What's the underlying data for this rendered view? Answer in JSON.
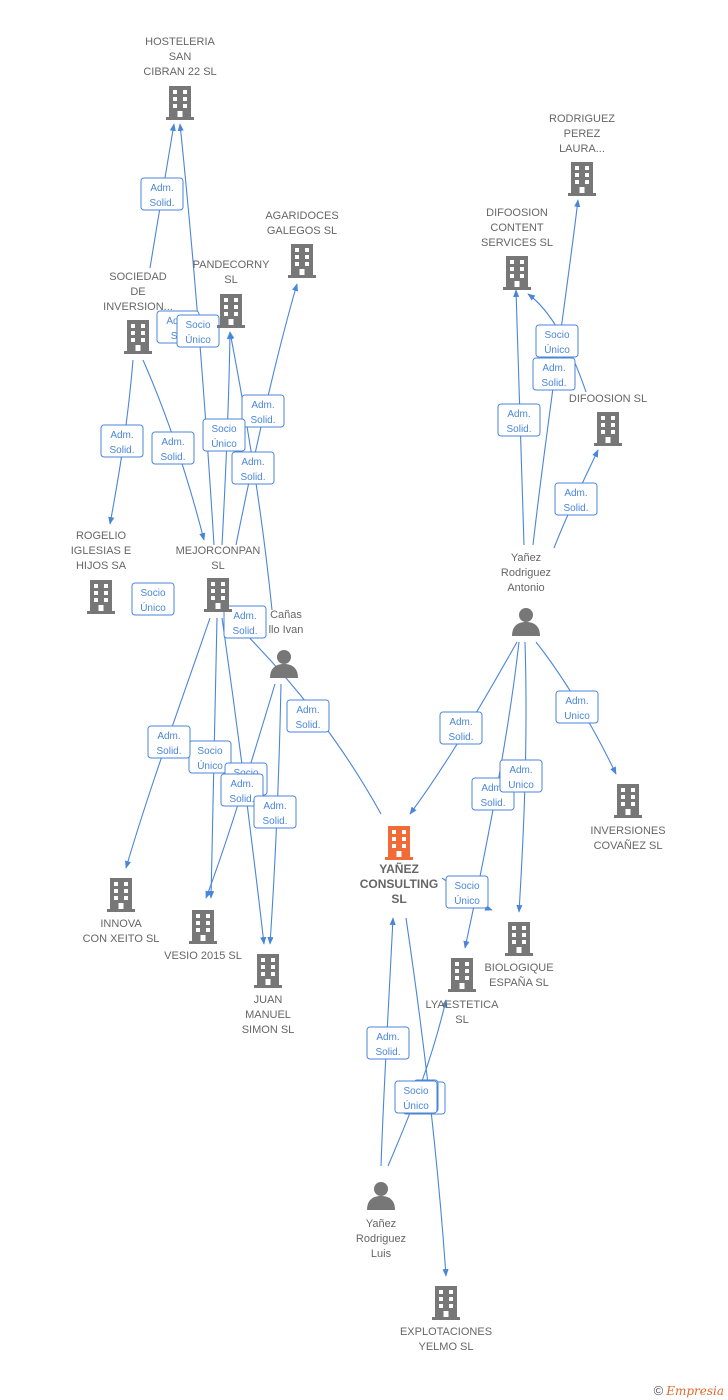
{
  "colors": {
    "edge": "#4a86d8",
    "building": "#777777",
    "building_main": "#f26a35",
    "person": "#777777",
    "label": "#666666"
  },
  "nodes": [
    {
      "id": "hosteleria",
      "kind": "company",
      "lines": [
        "HOSTELERIA",
        "SAN",
        "CIBRAN 22 SL"
      ]
    },
    {
      "id": "rodriguez_perez",
      "kind": "company",
      "lines": [
        "RODRIGUEZ",
        "PEREZ",
        "LAURA..."
      ]
    },
    {
      "id": "agaridoces",
      "kind": "company",
      "lines": [
        "AGARIDOCES",
        "GALEGOS  SL"
      ]
    },
    {
      "id": "difoosion_cs",
      "kind": "company",
      "lines": [
        "DIFOOSION",
        "CONTENT",
        "SERVICES  SL"
      ]
    },
    {
      "id": "pandecorny",
      "kind": "company",
      "lines": [
        "PANDECORNY",
        "SL"
      ]
    },
    {
      "id": "sociedad",
      "kind": "company",
      "lines": [
        "SOCIEDAD",
        "DE",
        "INVERSION..."
      ]
    },
    {
      "id": "difoosion",
      "kind": "company",
      "lines": [
        "DIFOOSION SL"
      ]
    },
    {
      "id": "rogelio",
      "kind": "company",
      "lines": [
        "ROGELIO",
        "IGLESIAS E",
        "HIJOS SA"
      ]
    },
    {
      "id": "mejorconpan",
      "kind": "company",
      "lines": [
        "MEJORCONPAN",
        "SL"
      ]
    },
    {
      "id": "yanez_antonio",
      "kind": "person",
      "lines": [
        "Yañez",
        "Rodriguez",
        "Antonio"
      ]
    },
    {
      "id": "canas_ivan",
      "kind": "person",
      "lines": [
        "Cañas",
        "llo Ivan"
      ]
    },
    {
      "id": "inversiones",
      "kind": "company",
      "lines": [
        "INVERSIONES",
        "COVAÑEZ  SL"
      ]
    },
    {
      "id": "yanez_consulting",
      "kind": "main",
      "lines": [
        "YAÑEZ",
        "CONSULTING",
        "SL"
      ]
    },
    {
      "id": "innova",
      "kind": "company",
      "lines": [
        "INNOVA",
        "CON XEITO  SL"
      ]
    },
    {
      "id": "vesio",
      "kind": "company",
      "lines": [
        "VESIO 2015  SL"
      ]
    },
    {
      "id": "juan_manuel",
      "kind": "company",
      "lines": [
        "JUAN",
        "MANUEL",
        "SIMON SL"
      ]
    },
    {
      "id": "biologique",
      "kind": "company",
      "lines": [
        "BIOLOGIQUE",
        "ESPAÑA  SL"
      ]
    },
    {
      "id": "lyaestetica",
      "kind": "company",
      "lines": [
        "LYAESTETICA",
        "SL"
      ]
    },
    {
      "id": "yanez_luis",
      "kind": "person",
      "lines": [
        "Yañez",
        "Rodriguez",
        "Luis"
      ]
    },
    {
      "id": "explotaciones",
      "kind": "company",
      "lines": [
        "EXPLOTACIONES",
        "YELMO SL"
      ]
    }
  ],
  "badges": [
    [
      "Adm.",
      "Solid."
    ],
    [
      "Adm.",
      "Sol"
    ],
    [
      "Socio",
      "Único"
    ],
    [
      "Adm.",
      "Solid."
    ],
    [
      "Adm.",
      "Solid."
    ],
    [
      "Adm.",
      "Solid."
    ],
    [
      "Socio",
      "Único"
    ],
    [
      "Adm.",
      "Solid."
    ],
    [
      "Socio",
      "Único"
    ],
    [
      "Adm.",
      "Solid."
    ],
    [
      "Adm.",
      "Solid."
    ],
    [
      "Adm.",
      "Solid."
    ],
    [
      "Socio",
      "Único"
    ],
    [
      "Adm.",
      "Solid."
    ],
    [
      "Adm.",
      "Solid."
    ],
    [
      "Adm.",
      "Solid."
    ],
    [
      "Socio",
      "Único"
    ],
    [
      "Socio",
      "Único"
    ],
    [
      "Adm.",
      "Solid."
    ],
    [
      "Adm.",
      "Solid."
    ],
    [
      "Adm.",
      "Unico"
    ],
    [
      "Adm.",
      "Solid."
    ],
    [
      "Adm.",
      "Unico"
    ],
    [
      "Adm.",
      "Solid."
    ],
    [
      "Socio",
      "Único"
    ],
    [
      "Adm.",
      "Solid."
    ],
    [
      "Adm.",
      "Solid."
    ],
    [
      "..."
    ],
    [
      "Socio",
      "Único"
    ],
    [
      "Adm.",
      "Unico"
    ]
  ],
  "footer": {
    "copyright": "©",
    "brand": "Empresia"
  }
}
